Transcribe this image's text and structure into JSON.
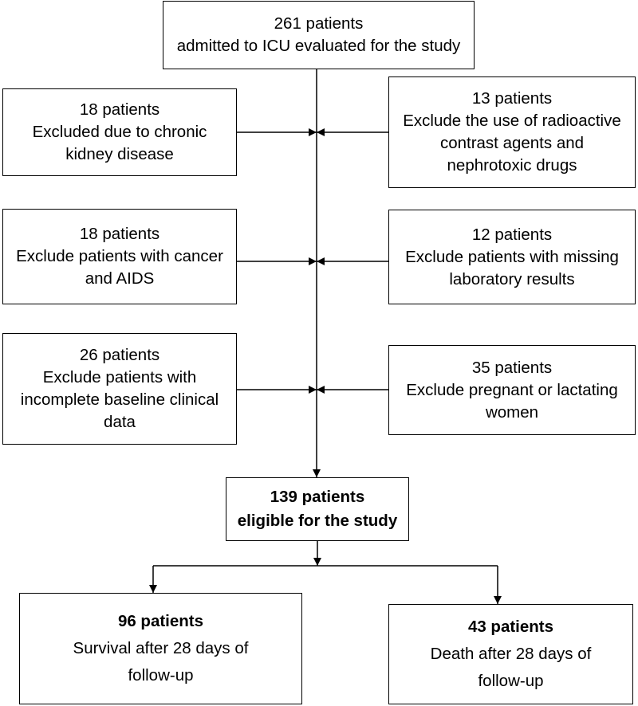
{
  "boxes": {
    "total": {
      "lines": [
        "261 patients",
        "admitted to ICU evaluated for the study"
      ]
    },
    "ckd": {
      "lines": [
        "18 patients",
        "Excluded due to chronic",
        "kidney disease"
      ]
    },
    "contrast": {
      "lines": [
        "13 patients",
        "Exclude the use of radioactive",
        "contrast agents and",
        "nephrotoxic drugs"
      ]
    },
    "cancer": {
      "lines": [
        "18 patients",
        "Exclude patients with cancer",
        "and AIDS"
      ]
    },
    "missing": {
      "lines": [
        "12 patients",
        "Exclude patients with missing",
        "laboratory results"
      ]
    },
    "baseline": {
      "lines": [
        "26 patients",
        "Exclude patients with",
        "incomplete baseline clinical",
        "data"
      ]
    },
    "pregnant": {
      "lines": [
        "35 patients",
        "Exclude pregnant or lactating",
        "women"
      ]
    },
    "eligible": {
      "lines": [
        "139 patients",
        "eligible for the study"
      ]
    },
    "survival": {
      "lines": [
        "96 patients",
        "Survival after 28 days of",
        "follow-up"
      ]
    },
    "death": {
      "lines": [
        "43 patients",
        "Death after 28 days of",
        "follow-up"
      ]
    }
  },
  "colors": {
    "line": "#000000",
    "box_border": "#000000",
    "background": "#ffffff"
  }
}
